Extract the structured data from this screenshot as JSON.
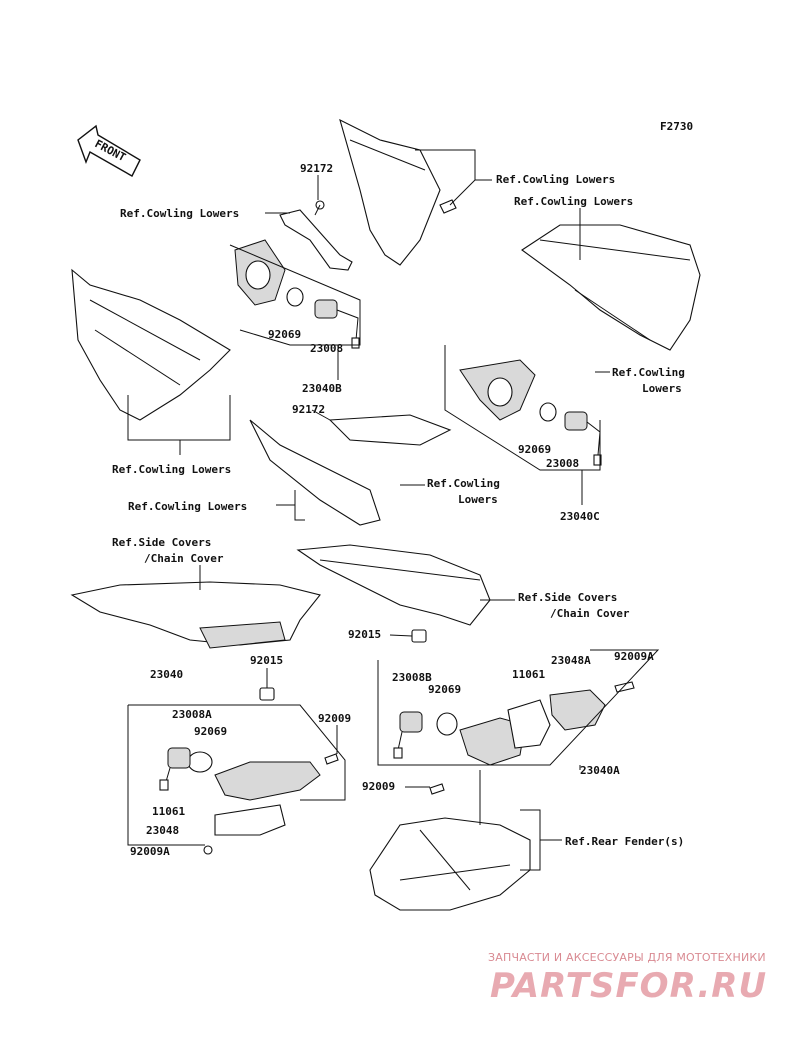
{
  "figure_code": "F2730",
  "front_marker": "FRONT",
  "labels": {
    "ref_cowling_lowers": "Ref.Cowling Lowers",
    "ref_cowling": "Ref.Cowling",
    "lowers": "Lowers",
    "ref_side_covers": "Ref.Side Covers",
    "chain_cover": "/Chain Cover",
    "ref_rear_fender": "Ref.Rear Fender(s)",
    "p92172": "92172",
    "p92069": "92069",
    "p23008": "23008",
    "p23040B": "23040B",
    "p23040C": "23040C",
    "p23040": "23040",
    "p23040A": "23040A",
    "p92015": "92015",
    "p92009": "92009",
    "p92009A": "92009A",
    "p23008A": "23008A",
    "p23008B": "23008B",
    "p11061": "11061",
    "p23048": "23048",
    "p23048A": "23048A"
  },
  "watermark": {
    "tagline": "ЗАПЧАСТИ И АКСЕССУАРЫ ДЛЯ МОТОТЕХНИКИ",
    "brand": "PARTSFOR.RU"
  }
}
